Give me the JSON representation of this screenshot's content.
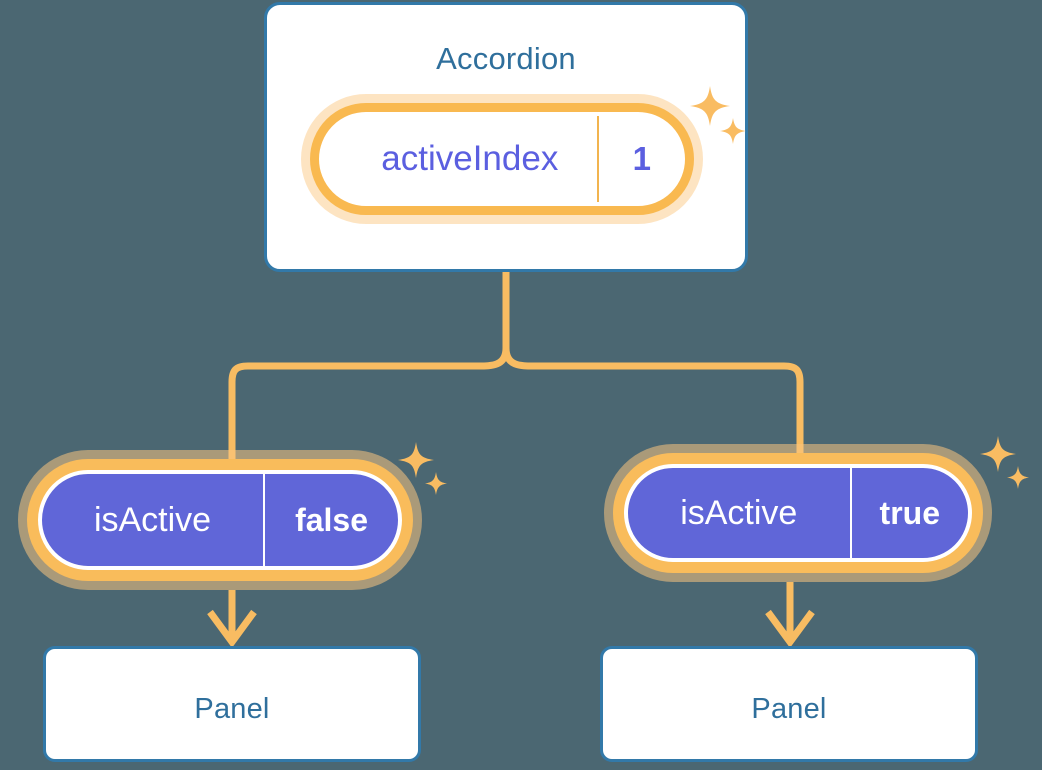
{
  "background_color": "#4b6772",
  "palette": {
    "card_border_blue": "#3279a9",
    "title_blue": "#2f6f9c",
    "state_purple": "#5b5fe0",
    "pill_fill_purple": "#6066d8",
    "ring_orange": "#f9bc5b",
    "halo_orange": "#fad7a5",
    "connector_orange": "#f8bc62",
    "white": "#ffffff"
  },
  "diagram": {
    "type": "component-state-tree",
    "root": {
      "name": "accordion-card",
      "title": "Accordion",
      "state": {
        "key": "activeIndex",
        "value": "1",
        "style": "outline"
      },
      "sparkle": "sparkle-icon"
    },
    "children": [
      {
        "name": "panel-left",
        "branch": "left",
        "prop": {
          "key": "isActive",
          "value": "false",
          "style": "filled"
        },
        "sparkle": "sparkle-icon",
        "title": "Panel"
      },
      {
        "name": "panel-right",
        "branch": "right",
        "prop": {
          "key": "isActive",
          "value": "true",
          "style": "filled"
        },
        "sparkle": "sparkle-icon",
        "title": "Panel"
      }
    ]
  },
  "nodes": {
    "accordion": {
      "title": "Accordion",
      "state_key": "activeIndex",
      "state_value": "1"
    },
    "left": {
      "prop_key": "isActive",
      "prop_value": "false",
      "panel_title": "Panel"
    },
    "right": {
      "prop_key": "isActive",
      "prop_value": "true",
      "panel_title": "Panel"
    }
  },
  "icons": {
    "sparkle": "sparkle-icon",
    "arrow_down": "arrow-down-icon",
    "connector": "branch-connector"
  }
}
